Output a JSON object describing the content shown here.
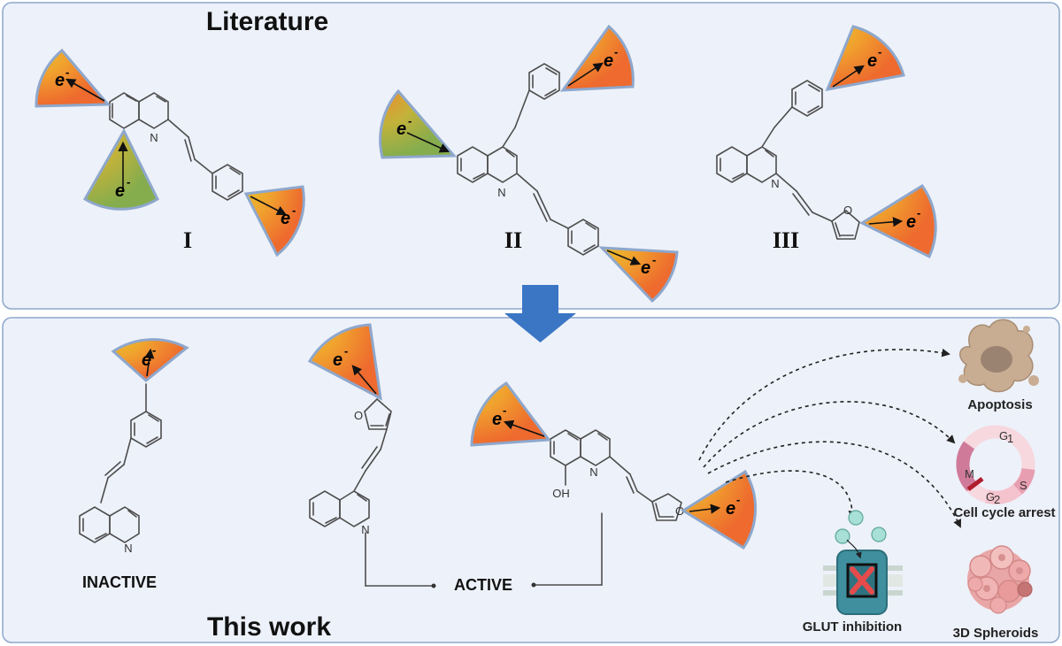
{
  "panels": {
    "top_title": "Literature",
    "bottom_title": "This work"
  },
  "compounds": {
    "I": "I",
    "II": "II",
    "III": "III"
  },
  "electron_symbol": "e",
  "electron_sup": "-",
  "atoms": {
    "N": "N",
    "O": "O",
    "OH": "OH"
  },
  "status": {
    "inactive": "INACTIVE",
    "active": "ACTIVE"
  },
  "outcomes": {
    "apoptosis": "Apoptosis",
    "cell_cycle": "Cell cycle arrest",
    "spheroids": "3D Spheroids",
    "glut": "GLUT inhibition"
  },
  "cell_cycle_phases": {
    "g1": "G",
    "g1_sub": "1",
    "g2": "G",
    "g2_sub": "2",
    "m": "M",
    "s": "S"
  },
  "colors": {
    "panel_bg": "#edf1f9",
    "panel_border": "#8ea7cc",
    "big_arrow": "#3a76c4",
    "wedge_orange": "#ee7a2c",
    "wedge_yellow": "#eab32a",
    "wedge_green": "#8fb04a"
  }
}
